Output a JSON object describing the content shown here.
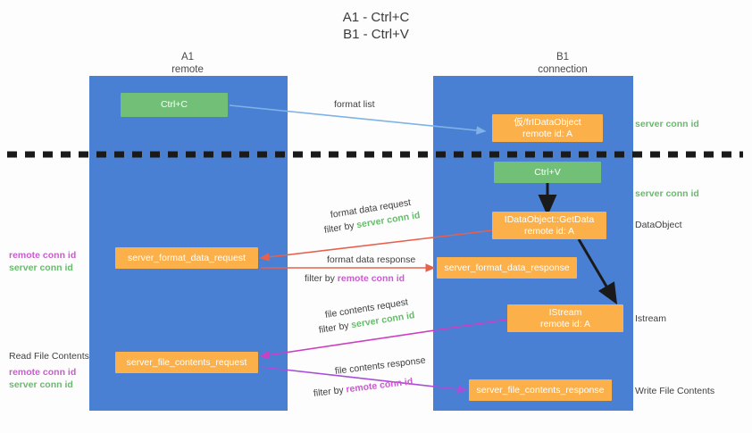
{
  "title": {
    "line1": "A1 - Ctrl+C",
    "line2": "B1 - Ctrl+V"
  },
  "columns": {
    "left": {
      "name": "A1",
      "sub": "remote"
    },
    "right": {
      "name": "B1",
      "sub": "connection"
    }
  },
  "boxes": {
    "ctrl_c": "Ctrl+C",
    "ctrl_v": "Ctrl+V",
    "idataobject_create_line1": "仮/frIDataObject",
    "idataobject_create_line2": "remote id: A",
    "idataobject_getdata_line1": "IDataObject::GetData",
    "idataobject_getdata_line2": "remote id: A",
    "istream_line1": "IStream",
    "istream_line2": "remote id: A",
    "server_format_data_request": "server_format_data_request",
    "server_format_data_response": "server_format_data_response",
    "server_file_contents_request": "server_file_contents_request",
    "server_file_contents_response": "server_file_contents_response"
  },
  "arrow_labels": {
    "format_list": "format list",
    "format_data_request": "format data request",
    "format_data_request_filter_prefix": "filter by ",
    "format_data_request_filter_value": "server conn id",
    "format_data_response": "format data response",
    "format_data_response_filter_prefix": "filter by ",
    "format_data_response_filter_value": "remote conn id",
    "file_contents_request": "file contents request",
    "file_contents_request_filter_prefix": "filter by ",
    "file_contents_request_filter_value": "server conn id",
    "file_contents_response": "file contents response",
    "file_contents_response_filter_prefix": "filter by ",
    "file_contents_response_filter_value": "remote conn id"
  },
  "right_labels": {
    "server_conn_id_top": "server conn id",
    "server_conn_id_second": "server conn id",
    "dataobject": "DataObject",
    "istream": "Istream",
    "write_file_contents": "Write File Contents"
  },
  "left_labels": {
    "remote_conn_id_mid": "remote conn id",
    "server_conn_id_mid": "server conn id",
    "read_file_contents": "Read File Contents",
    "remote_conn_id_bottom": "remote conn id",
    "server_conn_id_bottom": "server conn id"
  },
  "colors": {
    "lane": "#4a80d4",
    "orange": "#fbb04a",
    "green_box": "#72c077",
    "green_text": "#68bb6c",
    "purple_text": "#cc59d2",
    "arrow_blue": "#7fb2e5",
    "arrow_red": "#e8604c",
    "arrow_magenta": "#cc3fc0",
    "arrow_purple": "#a84ed8",
    "arrow_black": "#1a1a1a",
    "divider": "#1a1a1a"
  }
}
